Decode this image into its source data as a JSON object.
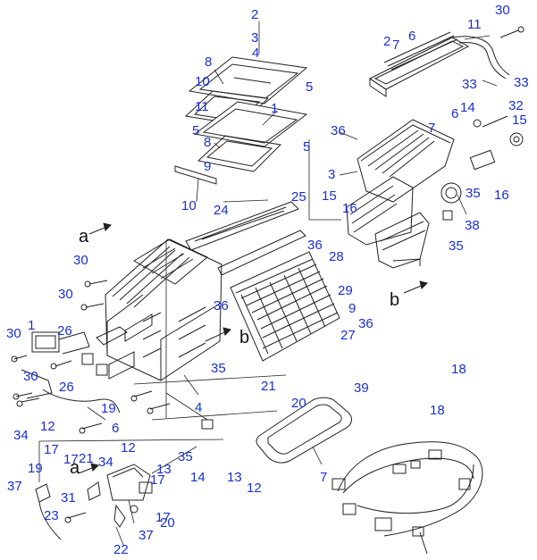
{
  "colors": {
    "label": "#1a2fd0",
    "line": "#222222",
    "background": "#ffffff"
  },
  "arrows": [
    "a",
    "b",
    "b",
    "a"
  ],
  "labels": [
    "2",
    "3",
    "4",
    "8",
    "10",
    "11",
    "5",
    "1",
    "5",
    "8",
    "9",
    "10",
    "5",
    "2",
    "7",
    "6",
    "11",
    "30",
    "33",
    "33",
    "36",
    "7",
    "6",
    "14",
    "32",
    "15",
    "3",
    "15",
    "16",
    "16",
    "35",
    "38",
    "35",
    "24",
    "25",
    "36",
    "28",
    "29",
    "9",
    "36",
    "30",
    "30",
    "1",
    "26",
    "30",
    "36",
    "35",
    "27",
    "39",
    "18",
    "18",
    "20",
    "7",
    "21",
    "30",
    "26",
    "12",
    "19",
    "6",
    "4",
    "12",
    "35",
    "34",
    "17",
    "17",
    "21",
    "19",
    "34",
    "13",
    "14",
    "13",
    "12",
    "37",
    "31",
    "23",
    "17",
    "17",
    "20",
    "22",
    "37"
  ]
}
